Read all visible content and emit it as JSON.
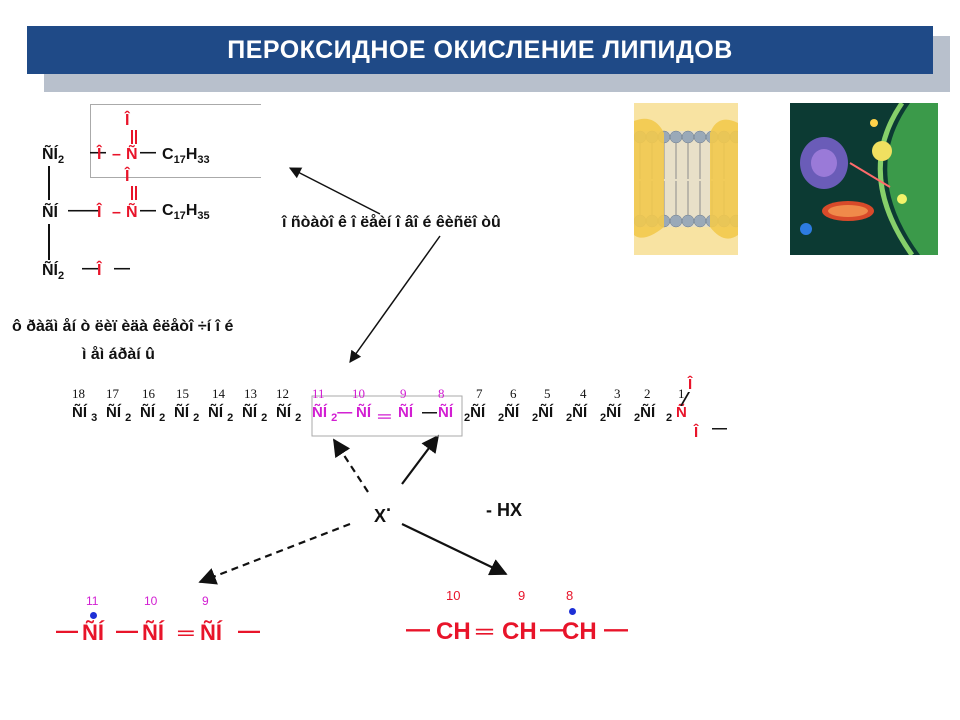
{
  "slide": {
    "title": "ПЕРОКСИДНОЕ ОКИСЛЕНИЕ ЛИПИДОВ"
  },
  "triglyceride": {
    "row1_ch": "ÑÍ",
    "row1_sub": "2",
    "row1_o": "Î",
    "row1_c": "Ñ",
    "row1_chain": "C",
    "row1_chain_sub1": "17",
    "row1_chain_h": "H",
    "row1_chain_sub2": "33",
    "row1_carbonyl": "Î",
    "row2_ch": "ÑÍ",
    "row2_o": "Î",
    "row2_c": "Ñ",
    "row2_chain": "C",
    "row2_chain_sub1": "17",
    "row2_chain_h": "H",
    "row2_chain_sub2": "35",
    "row2_carbonyl": "Î",
    "row3_ch": "ÑÍ",
    "row3_sub": "2",
    "row3_o": "Î"
  },
  "labels": {
    "membrane_text": "î ñòàòî ê î ëåèí î âî é êèñëî òû",
    "fragment_line1": "ô ðàãì åí ò ëèï èäà êëåòî ÷í î é",
    "fragment_line2": "ì åì áðàí û",
    "radical": "X",
    "radical_dot": "·",
    "minus_hx": "- HX"
  },
  "chain": {
    "numbers": [
      "18",
      "17",
      "16",
      "15",
      "14",
      "13",
      "12",
      "11",
      "10",
      "9",
      "8",
      "7",
      "6",
      "5",
      "4",
      "3",
      "2",
      "1"
    ],
    "terminal_o_top": "Î",
    "terminal_o_bottom": "Î",
    "terminal_c": "Ñ"
  },
  "radical_left": {
    "numbers": [
      "11",
      "10",
      "9"
    ],
    "groups": [
      "ÑÍ",
      "ÑÍ",
      "ÑÍ"
    ]
  },
  "radical_right": {
    "numbers": [
      "10",
      "9",
      "8"
    ],
    "groups": [
      "CH",
      "CH",
      "CH"
    ]
  }
}
